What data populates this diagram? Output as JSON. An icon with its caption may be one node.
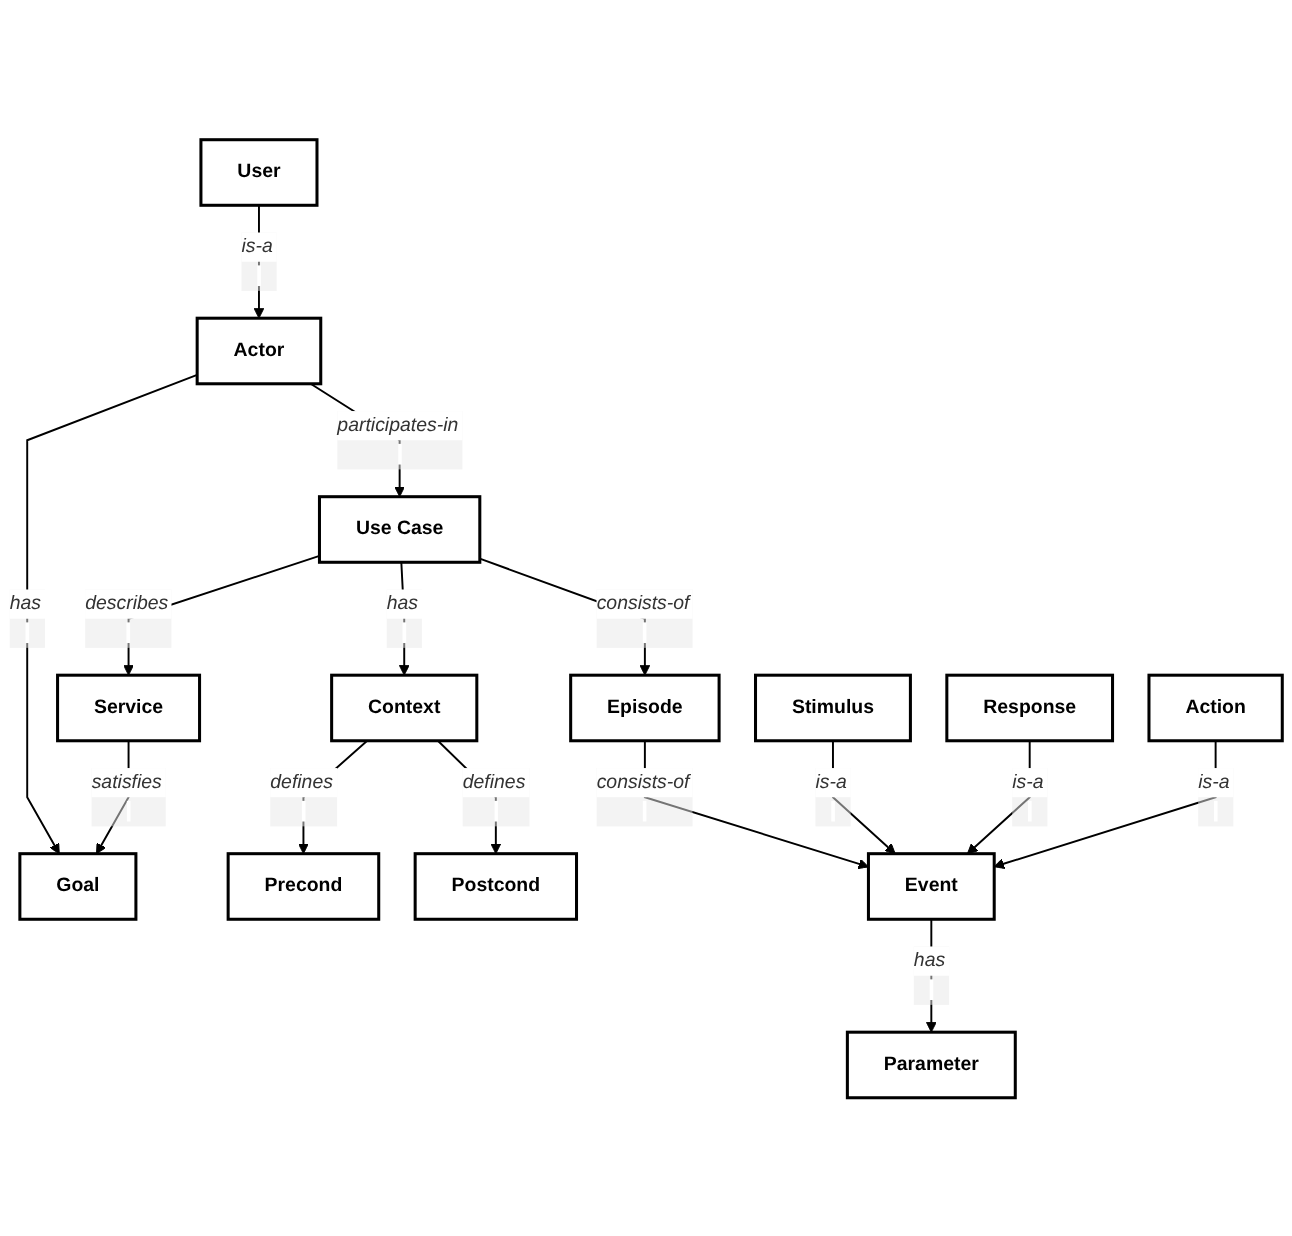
{
  "diagram": {
    "nodes": [
      {
        "text": [
          "User"
        ]
      },
      {
        "text": [
          "Actor"
        ]
      },
      {
        "text": [
          "Goal"
        ]
      },
      {
        "text": [
          "Use Case"
        ]
      },
      {
        "text": [
          "Service"
        ]
      },
      {
        "text": [
          "Context"
        ]
      },
      {
        "text": [
          "Episode"
        ]
      },
      {
        "text": [
          "Precond"
        ]
      },
      {
        "text": [
          "Postcond"
        ]
      },
      {
        "text": [
          "Stimulus"
        ]
      },
      {
        "text": [
          "Parameter"
        ]
      },
      {
        "text": [
          "Event"
        ]
      },
      {
        "text": [
          "Response"
        ]
      },
      {
        "text": [
          "Action"
        ]
      }
    ],
    "edges": [
      {
        "from": 0,
        "to": 1,
        "arrow": "to",
        "label": "is-a"
      },
      {
        "from": 1,
        "to": 2,
        "arrow": "to",
        "label": "has"
      },
      {
        "from": 1,
        "to": 3,
        "arrow": "to",
        "label": "participates-in"
      },
      {
        "from": 3,
        "to": 4,
        "arrow": "to",
        "label": "describes"
      },
      {
        "from": 4,
        "to": 2,
        "arrow": "to",
        "label": "satisfies"
      },
      {
        "from": 3,
        "to": 5,
        "arrow": "to",
        "label": "has"
      },
      {
        "from": 3,
        "to": 6,
        "arrow": "to",
        "label": "consists-of"
      },
      {
        "from": 5,
        "to": 7,
        "arrow": "to",
        "label": "defines"
      },
      {
        "from": 5,
        "to": 8,
        "arrow": "to",
        "label": "defines"
      },
      {
        "from": 6,
        "to": 11,
        "arrow": "to",
        "label": "consists-of"
      },
      {
        "from": 9,
        "to": 11,
        "arrow": "to",
        "label": "is-a"
      },
      {
        "from": 11,
        "to": 10,
        "arrow": "to",
        "label": "has"
      },
      {
        "from": 12,
        "to": 11,
        "arrow": "to",
        "label": "is-a"
      },
      {
        "from": 13,
        "to": 11,
        "arrow": "to",
        "label": "is-a"
      }
    ]
  }
}
